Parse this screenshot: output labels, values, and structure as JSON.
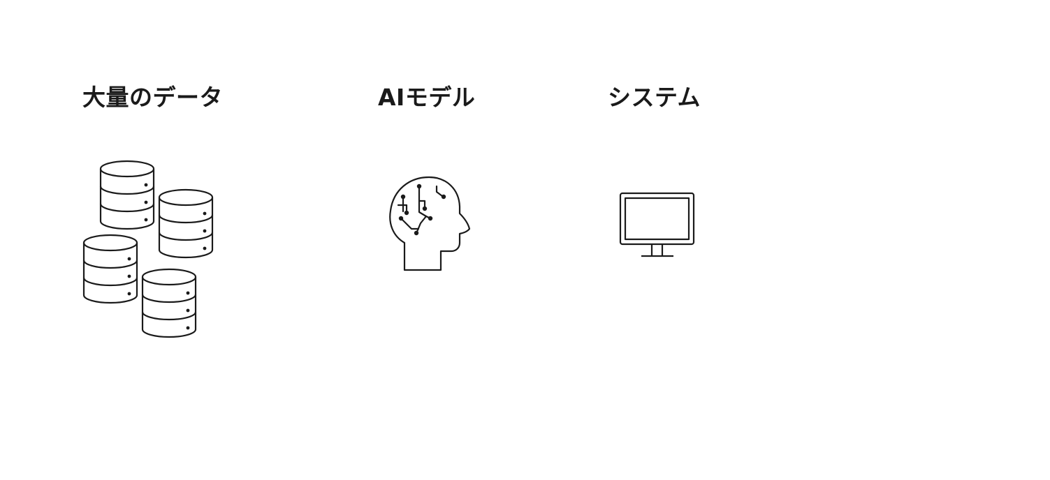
{
  "headings": {
    "data": "大量のデータ",
    "ai_model": "AIモデル",
    "system": "システム"
  },
  "icons": {
    "data": "database-stack-icon",
    "ai_model": "ai-brain-head-icon",
    "system": "monitor-icon"
  },
  "colors": {
    "background": "#ffffff",
    "ink": "#1a1a1a"
  }
}
